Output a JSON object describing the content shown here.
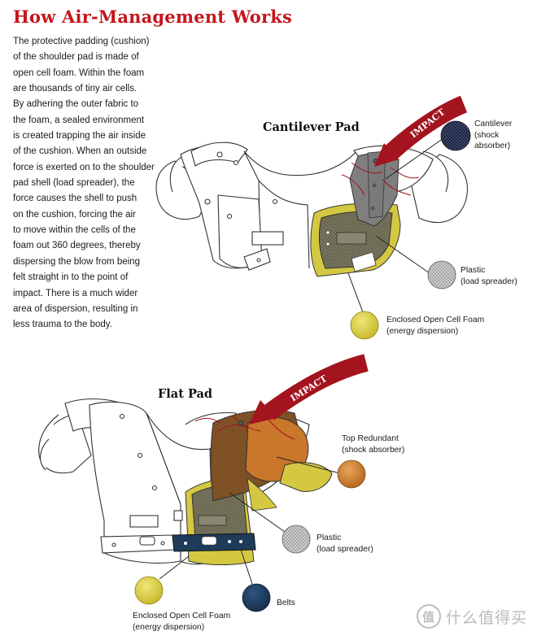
{
  "title": "How Air-Management Works",
  "paragraph_lines": [
    "The protective padding (cushion)",
    "of the shoulder pad is made of",
    "open cell foam. Within the foam",
    "are thousands of tiny air cells.",
    "By adhering the outer fabric to",
    "the foam, a sealed environment",
    "is created trapping the air inside",
    "of the cushion. When an outside",
    "force is exerted on to the shoulder",
    "pad shell (load spreader), the",
    "force causes the shell to push",
    "on the cushion, forcing the air",
    "to move within the cells of the",
    "foam out 360 degrees, thereby",
    "dispersing the blow from being",
    "felt straight in to the point of",
    "impact. There is a much wider",
    "area of dispersion, resulting in",
    "less trauma to the body."
  ],
  "cantilever": {
    "heading": "Cantilever Pad",
    "impact": "IMPACT",
    "labels": {
      "cantilever": [
        "Cantilever",
        "(shock",
        "absorber)"
      ],
      "plastic": [
        "Plastic",
        "(load spreader)"
      ],
      "foam": [
        "Enclosed Open Cell Foam",
        "(energy dispersion)"
      ]
    }
  },
  "flat": {
    "heading": "Flat Pad",
    "impact": "IMPACT",
    "labels": {
      "top": [
        "Top Redundant",
        "(shock absorber)"
      ],
      "plastic": [
        "Plastic",
        "(load spreader)"
      ],
      "foam": [
        "Enclosed Open Cell Foam",
        "(energy dispersion)"
      ],
      "belts": [
        "Belts"
      ]
    }
  },
  "watermark": "什么值得买",
  "watermark_logo": "值",
  "colors": {
    "title_red": "#c4161c",
    "arrow_red": "#a3141f",
    "foam_yellow": "#cfc23a",
    "plastic_gray": "#9a9a9a",
    "cantilever_navy": "#1d2540",
    "top_orange": "#c9772a",
    "belt_navy": "#1f3b5a",
    "panel_olive": "#6f6a4a"
  }
}
